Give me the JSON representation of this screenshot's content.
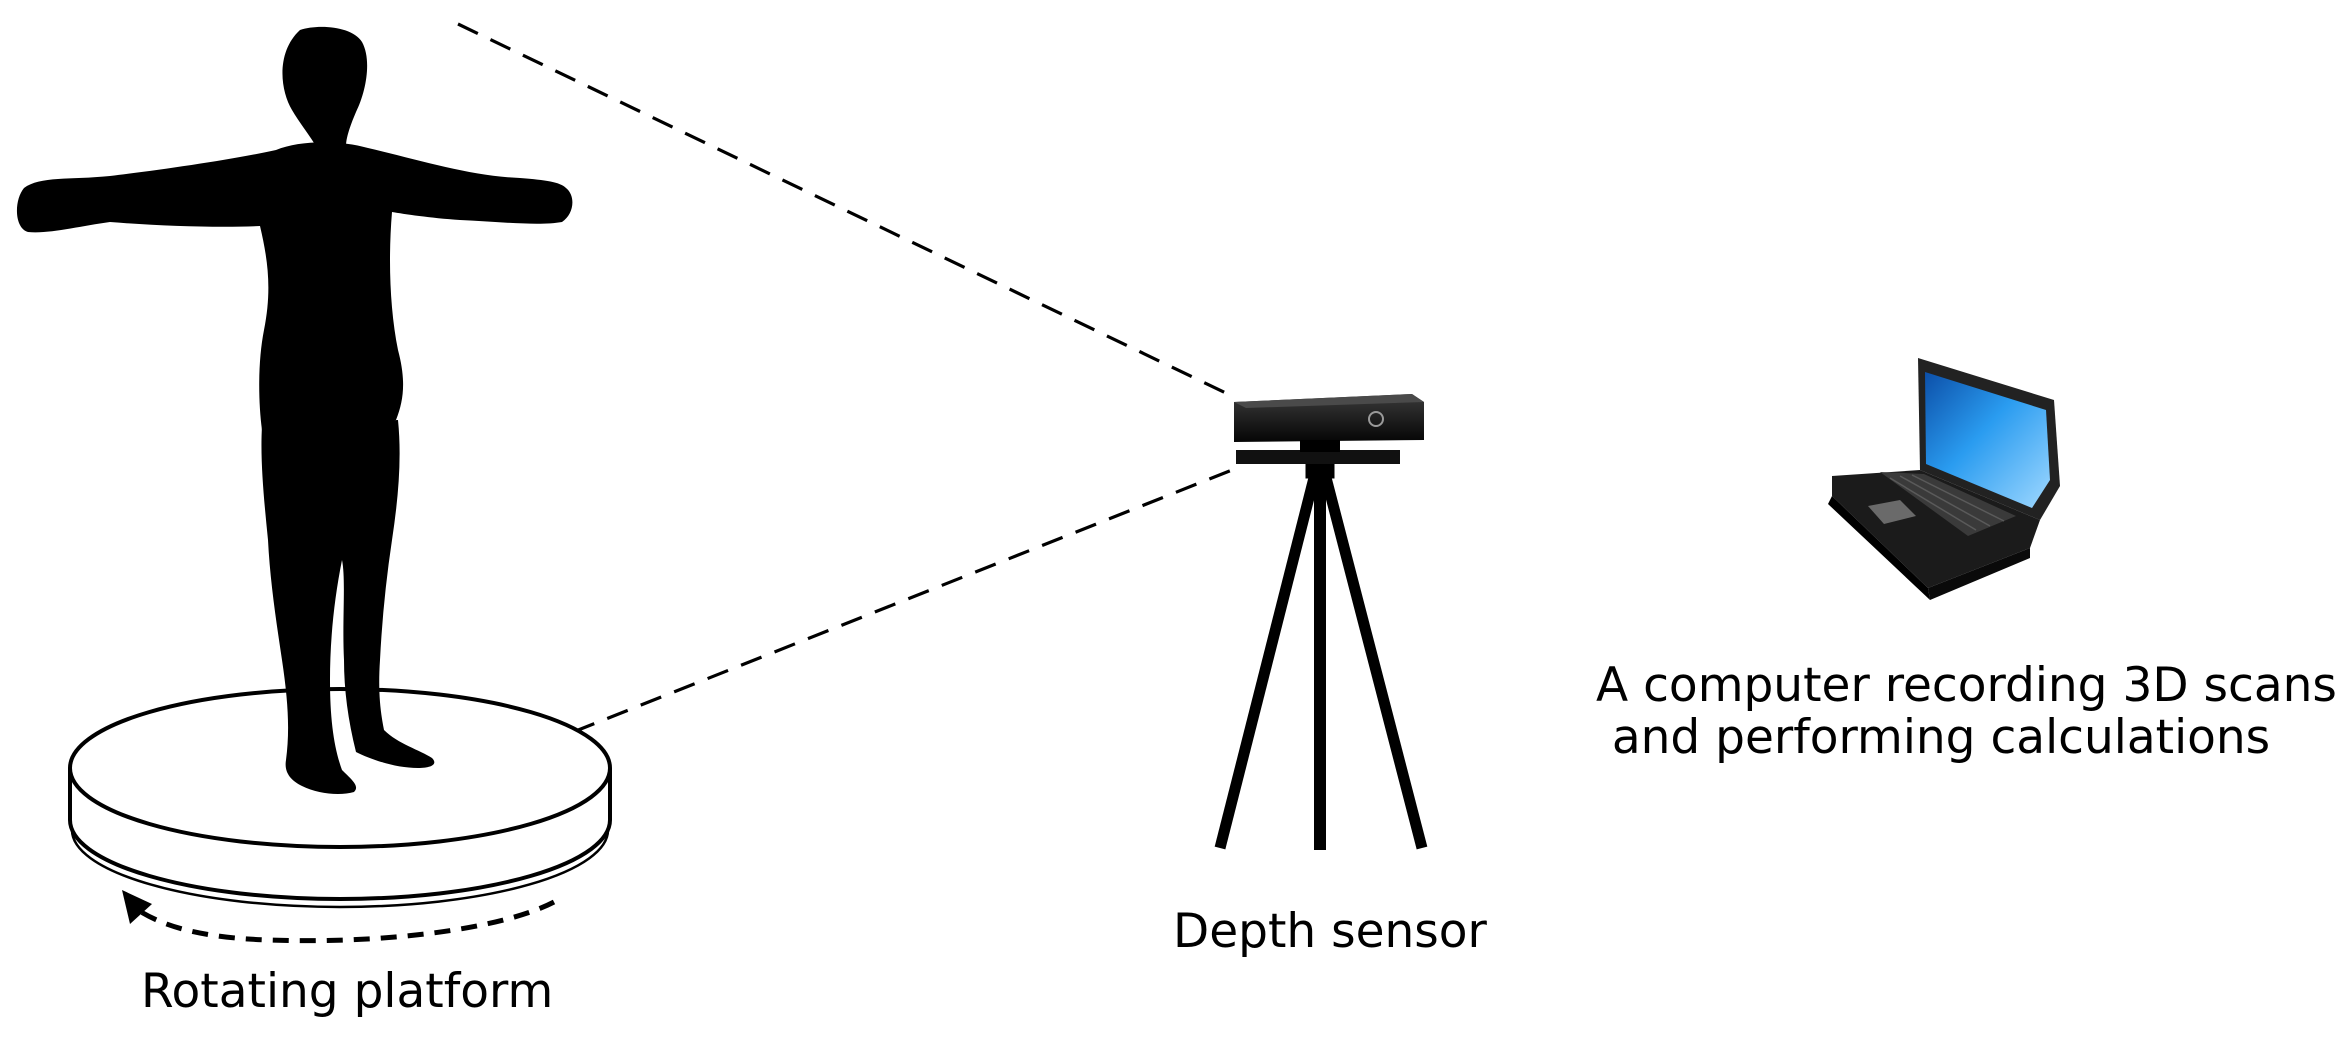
{
  "labels": {
    "platform": "Rotating platform",
    "sensor": "Depth sensor",
    "computer_line1": "A computer recording 3D scans",
    "computer_line2": "and performing calculations"
  },
  "colors": {
    "ink": "#000000",
    "background": "#ffffff",
    "screen": "#1e8fe0",
    "laptop_body": "#1b1b1b"
  },
  "icons": {
    "person": "person-silhouette-icon",
    "platform": "turntable-icon",
    "rotation": "rotation-arrow-icon",
    "sensor": "depth-camera-icon",
    "tripod": "tripod-icon",
    "laptop": "laptop-icon"
  }
}
